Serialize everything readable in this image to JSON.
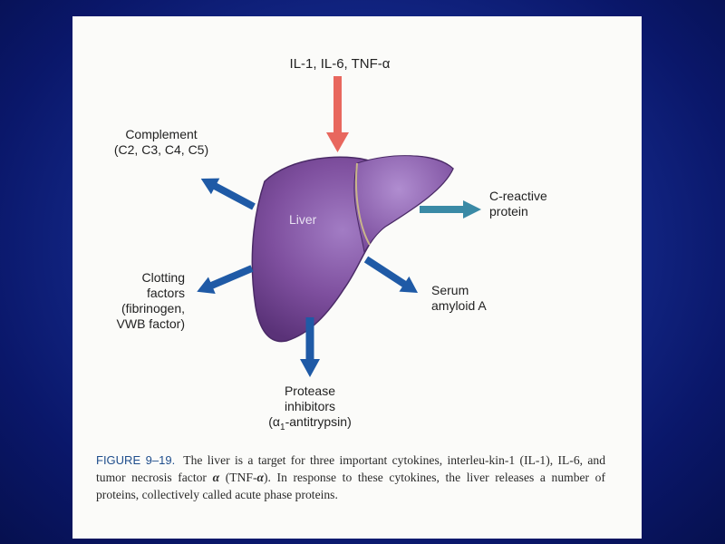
{
  "diagram": {
    "cytokines_label": "IL-1, IL-6, TNF-α",
    "liver_label": "Liver",
    "complement": {
      "line1": "Complement",
      "line2": "(C2, C3, C4, C5)"
    },
    "crp": {
      "line1": "C-reactive",
      "line2": "protein"
    },
    "clotting": {
      "line1": "Clotting",
      "line2": "factors",
      "line3": "(fibrinogen,",
      "line4": "VWB factor)"
    },
    "serum": {
      "line1": "Serum",
      "line2": "amyloid A"
    },
    "protease": {
      "line1": "Protease",
      "line2": "inhibitors",
      "line3_prefix": "(α",
      "line3_sub": "1",
      "line3_suffix": "-antitrypsin)"
    }
  },
  "caption": {
    "figure_number": "FIGURE 9–19.",
    "text1": "The liver is a target for three important cytokines, interleu-kin-1 (IL-1), IL-6, and tumor necrosis factor",
    "alpha": "α",
    "text2": "(TNF-",
    "text3": "). In response to these cytokines, the liver releases a number of proteins, collectively called acute phase proteins."
  },
  "colors": {
    "background": "#14298a",
    "liver": "#7e4f9e",
    "input_arrow": "#e8675e",
    "output_arrow": "#1f5aa6"
  }
}
